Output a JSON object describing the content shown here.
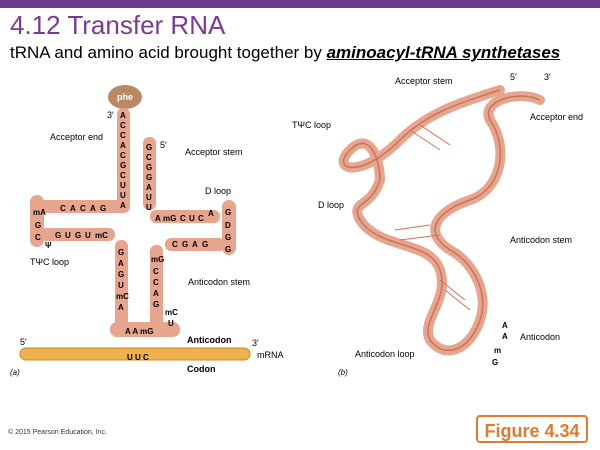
{
  "title": "4.12 Transfer RNA",
  "subtitle_prefix": "tRNA and amino acid brought together by ",
  "subtitle_emphasis": "aminoacyl-tRNA synthetases",
  "copyright": "© 2015 Pearson Education, Inc.",
  "figure_label": "Figure 4.34",
  "left_panel": {
    "tag": "(a)",
    "phe": "phe",
    "three_prime": "3′",
    "five_prime_top": "5′",
    "acceptor_end": "Acceptor end",
    "acceptor_stem": "Acceptor stem",
    "d_loop": "D loop",
    "tpsic_loop": "TΨC loop",
    "anticodon_stem": "Anticodon stem",
    "anticodon": "Anticodon",
    "codon": "Codon",
    "mrna": "mRNA",
    "mrna_5": "5′",
    "mrna_3": "3′",
    "anticodon_bases": "A A mG",
    "codon_bases": "U U C"
  },
  "right_panel": {
    "tag": "(b)",
    "acceptor_stem": "Acceptor stem",
    "five_prime": "5′",
    "three_prime": "3′",
    "acceptor_end": "Acceptor end",
    "tpsic_loop": "TΨC loop",
    "d_loop": "D loop",
    "anticodon_stem": "Anticodon stem",
    "anticodon_loop": "Anticodon loop",
    "anticodon": "Anticodon",
    "anticodon_letters": [
      "A",
      "A",
      "m",
      "G"
    ]
  },
  "colors": {
    "rna": "#e8a58d",
    "rna_dark": "#c7735c",
    "mrna": "#f0b24a",
    "phe": "#b98865",
    "title": "#7a3a96",
    "figure_border": "#e07a2e"
  }
}
